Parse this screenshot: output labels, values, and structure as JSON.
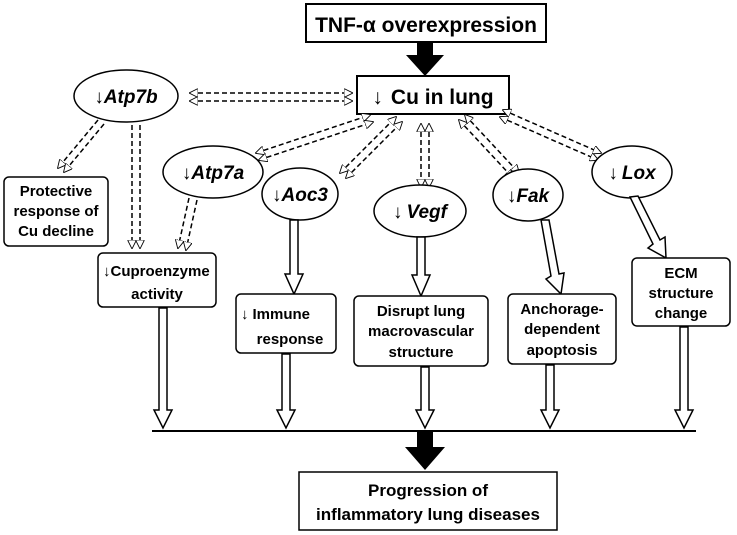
{
  "top": {
    "label": "TNF-α overexpression"
  },
  "hub": {
    "arrow": "↓",
    "label": "Cu in lung"
  },
  "genes": {
    "atp7b": {
      "arrow": "↓",
      "name": "Atp7b"
    },
    "atp7a": {
      "arrow": "↓",
      "name": "Atp7a"
    },
    "aoc3": {
      "arrow": "↓",
      "name": "Aoc3"
    },
    "vegf": {
      "arrow": "↓",
      "name": "Vegf"
    },
    "fak": {
      "arrow": "↓",
      "name": "Fak"
    },
    "lox": {
      "arrow": "↓",
      "name": "Lox"
    }
  },
  "effects": {
    "protective": [
      "Protective",
      "response of",
      "Cu decline"
    ],
    "cuproenzyme": {
      "arrow": "↓",
      "line1": "Cuproenzyme",
      "line2": "activity"
    },
    "immune": {
      "arrow": "↓",
      "line1": "Immune",
      "line2": "response"
    },
    "lung_struct": [
      "Disrupt lung",
      "macrovascular",
      "structure"
    ],
    "anchorage": [
      "Anchorage-",
      "dependent",
      "apoptosis"
    ],
    "ecm": [
      "ECM",
      "structure",
      "change"
    ]
  },
  "bottom": {
    "lines": [
      "Progression of",
      "inflammatory lung diseases"
    ]
  }
}
